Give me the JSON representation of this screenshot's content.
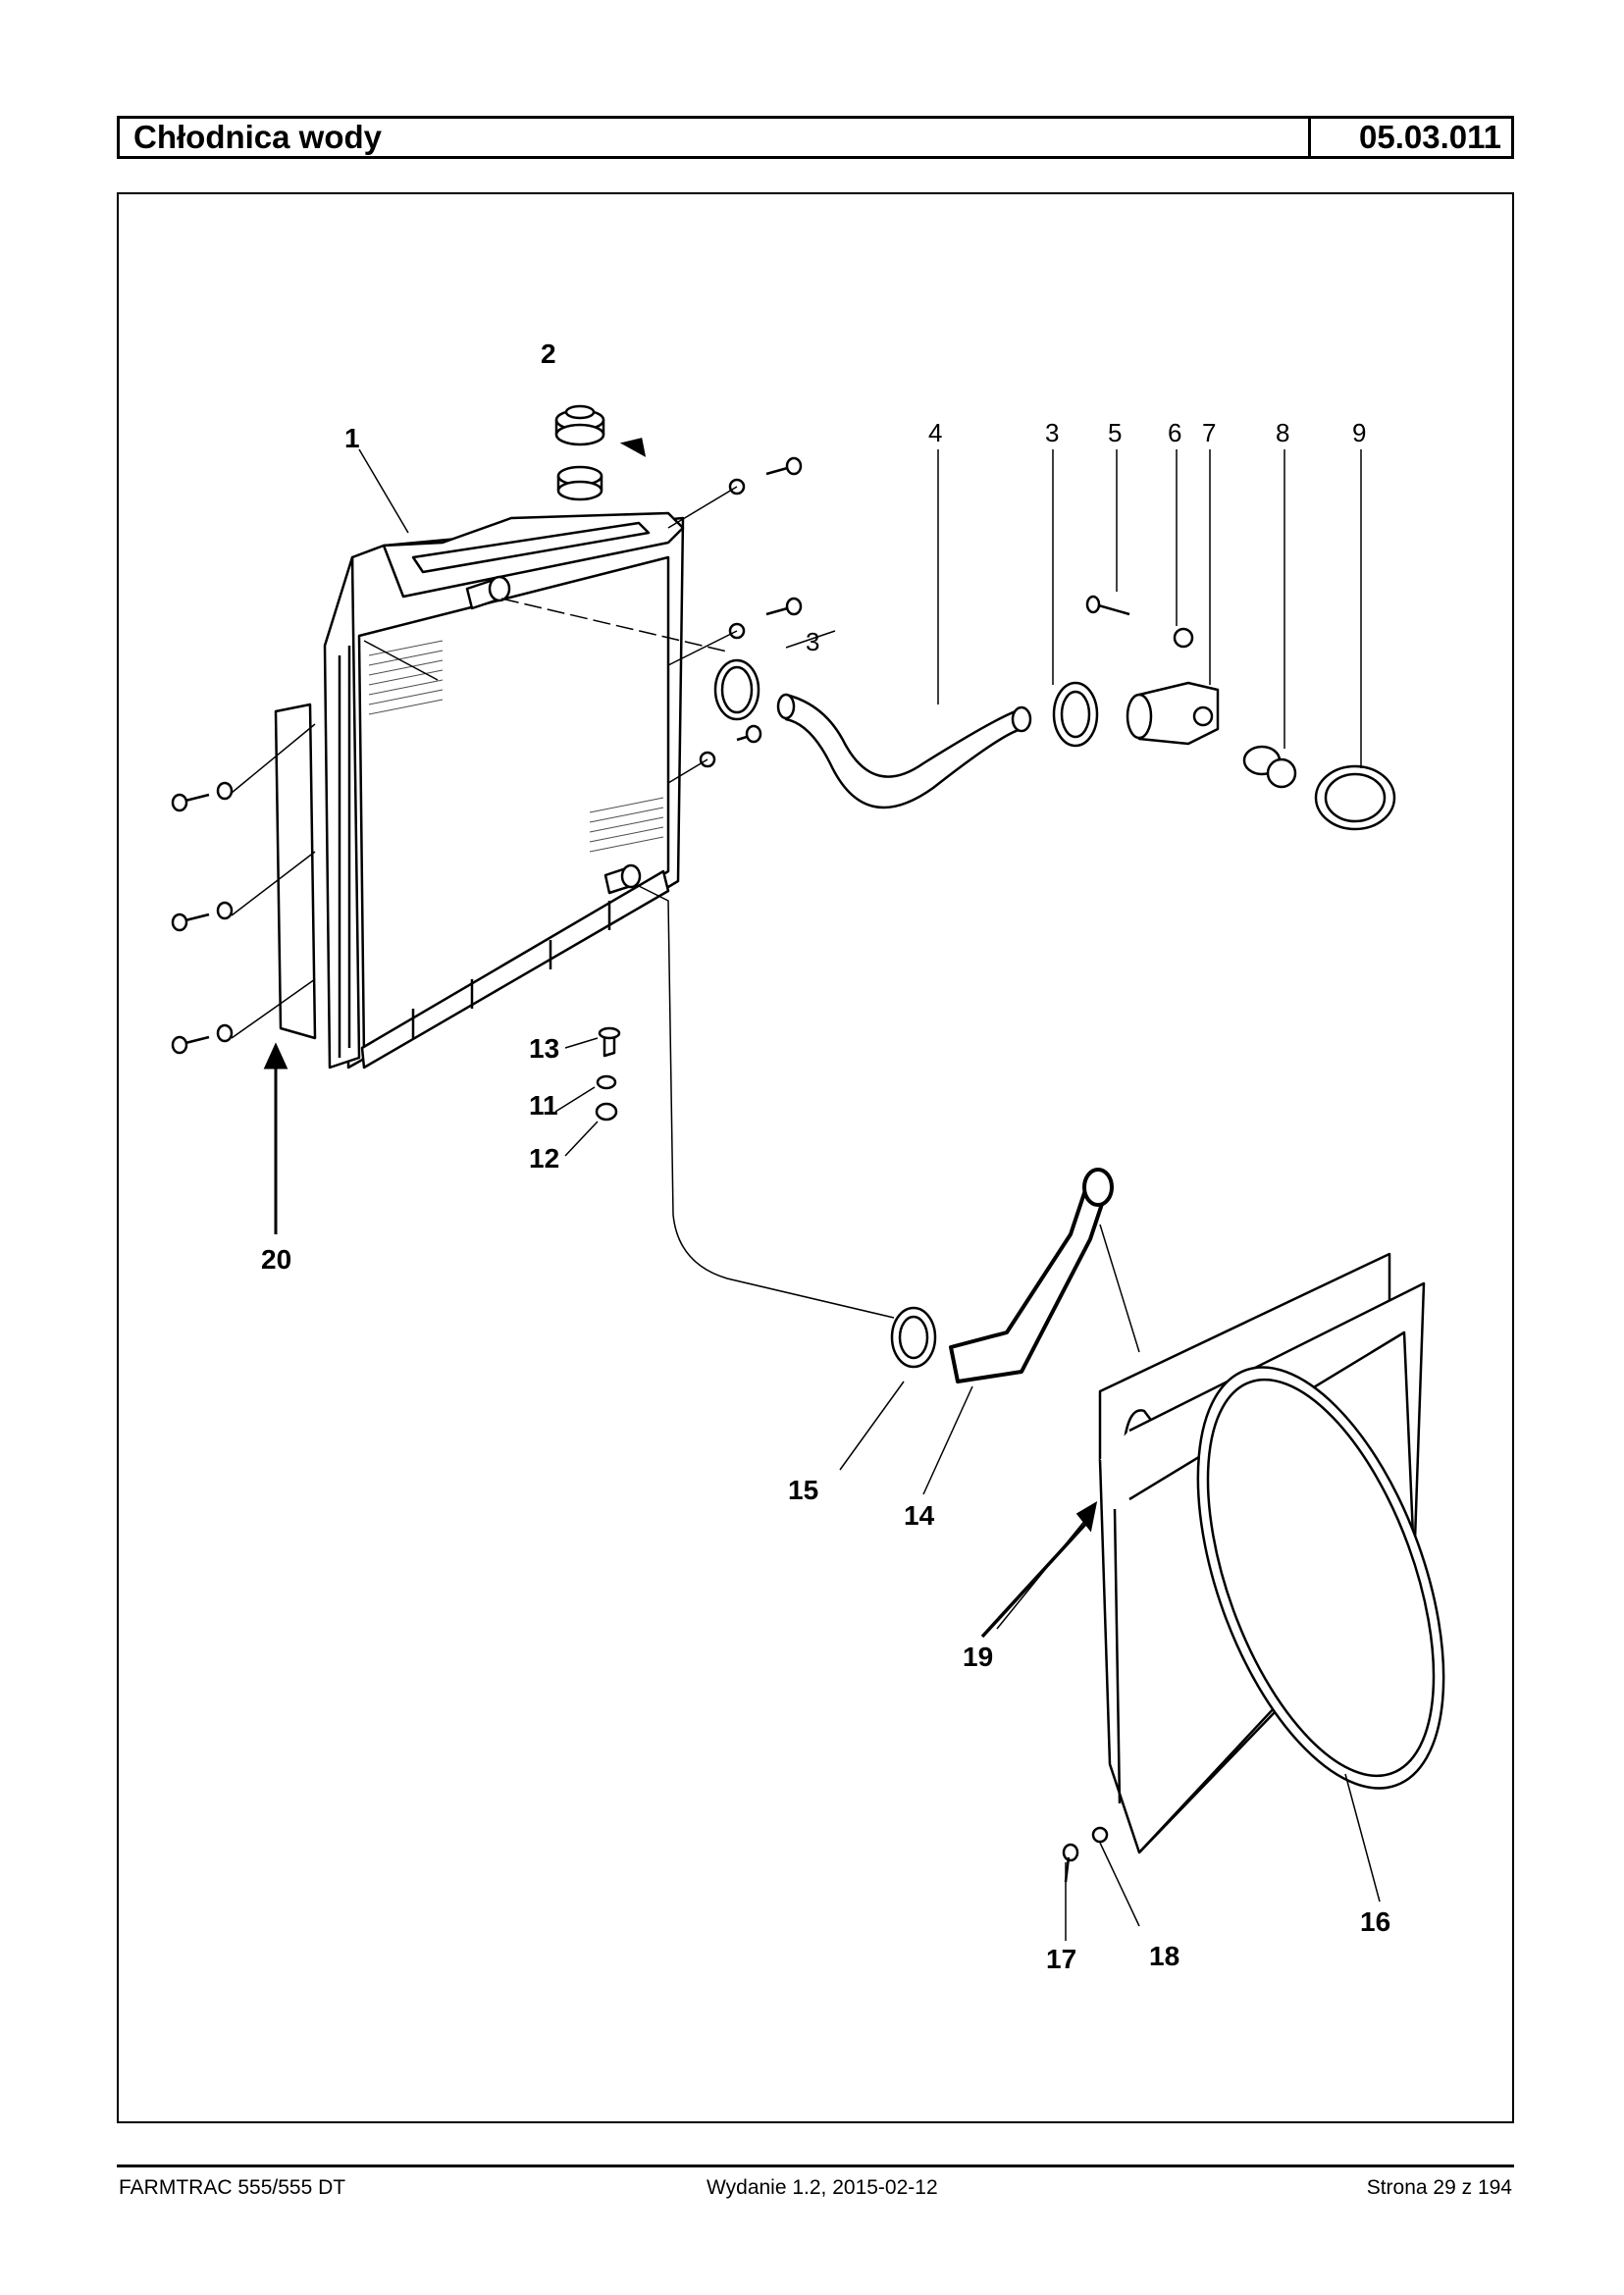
{
  "header": {
    "title": "Chłodnica wody",
    "code": "05.03.011"
  },
  "diagram": {
    "callouts": [
      "1",
      "2",
      "3",
      "3",
      "4",
      "5",
      "6",
      "7",
      "8",
      "9",
      "11",
      "12",
      "13",
      "14",
      "15",
      "16",
      "17",
      "18",
      "19",
      "20"
    ]
  },
  "footer": {
    "left": "FARMTRAC 555/555 DT",
    "center": "Wydanie 1.2,  2015-02-12",
    "right": "Strona 29 z 194"
  }
}
